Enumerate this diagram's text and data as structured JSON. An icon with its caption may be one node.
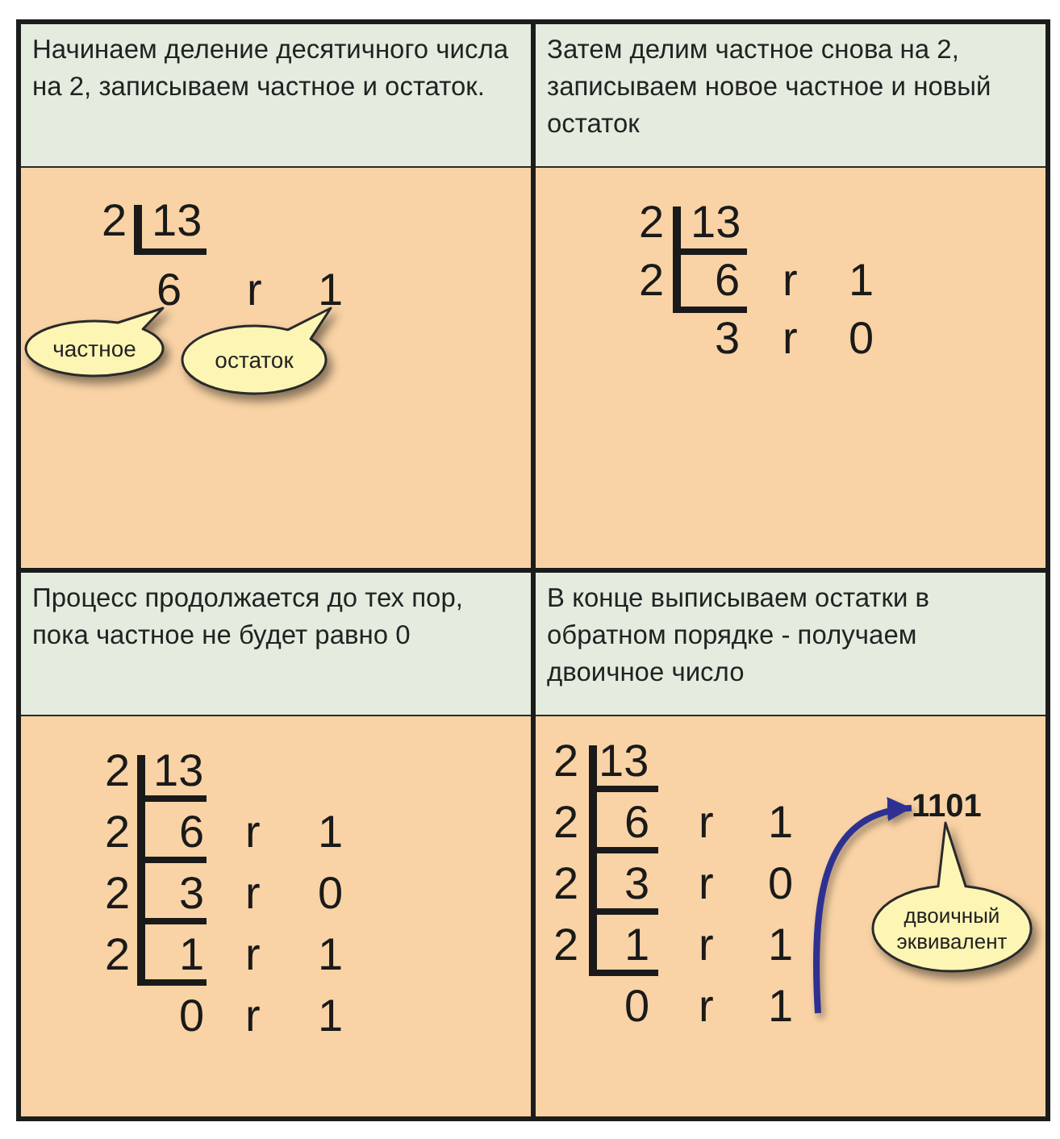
{
  "diagram": {
    "nodes": [
      {
        "text": [
          "Начинаем деление десятичного числа на 2, записываем частное и остаток."
        ]
      },
      {
        "text": [
          "частное"
        ],
        "in": 0
      },
      {
        "text": [
          "остаток"
        ],
        "in": 0
      },
      {
        "text": [
          "Затем делим частное снова на 2, записываем новое частное и новый остаток"
        ]
      },
      {
        "text": [
          "Процесс продолжается до тех пор, пока частное не будет равно 0"
        ]
      },
      {
        "text": [
          "В конце выписываем остатки в обратном порядке - получаем двоичное число"
        ]
      },
      {
        "text": [
          "1101"
        ],
        "in": 5
      },
      {
        "text": [
          "двоичный эквивалент"
        ],
        "in": 5
      }
    ],
    "edges": [
      {
        "from": null,
        "to": 6,
        "arrow": "to",
        "color": "#2e3192"
      }
    ],
    "labels": [
      "2",
      "13",
      "6",
      "r",
      "1",
      "2",
      "13",
      "2",
      "6",
      "r",
      "1",
      "3",
      "r",
      "0",
      "2",
      "13",
      "2",
      "6",
      "r",
      "1",
      "2",
      "3",
      "r",
      "0",
      "2",
      "1",
      "r",
      "1",
      "0",
      "r",
      "1",
      "2",
      "13",
      "2",
      "6",
      "r",
      "1",
      "2",
      "3",
      "r",
      "0",
      "2",
      "1",
      "r",
      "1",
      "0",
      "r",
      "1"
    ]
  }
}
